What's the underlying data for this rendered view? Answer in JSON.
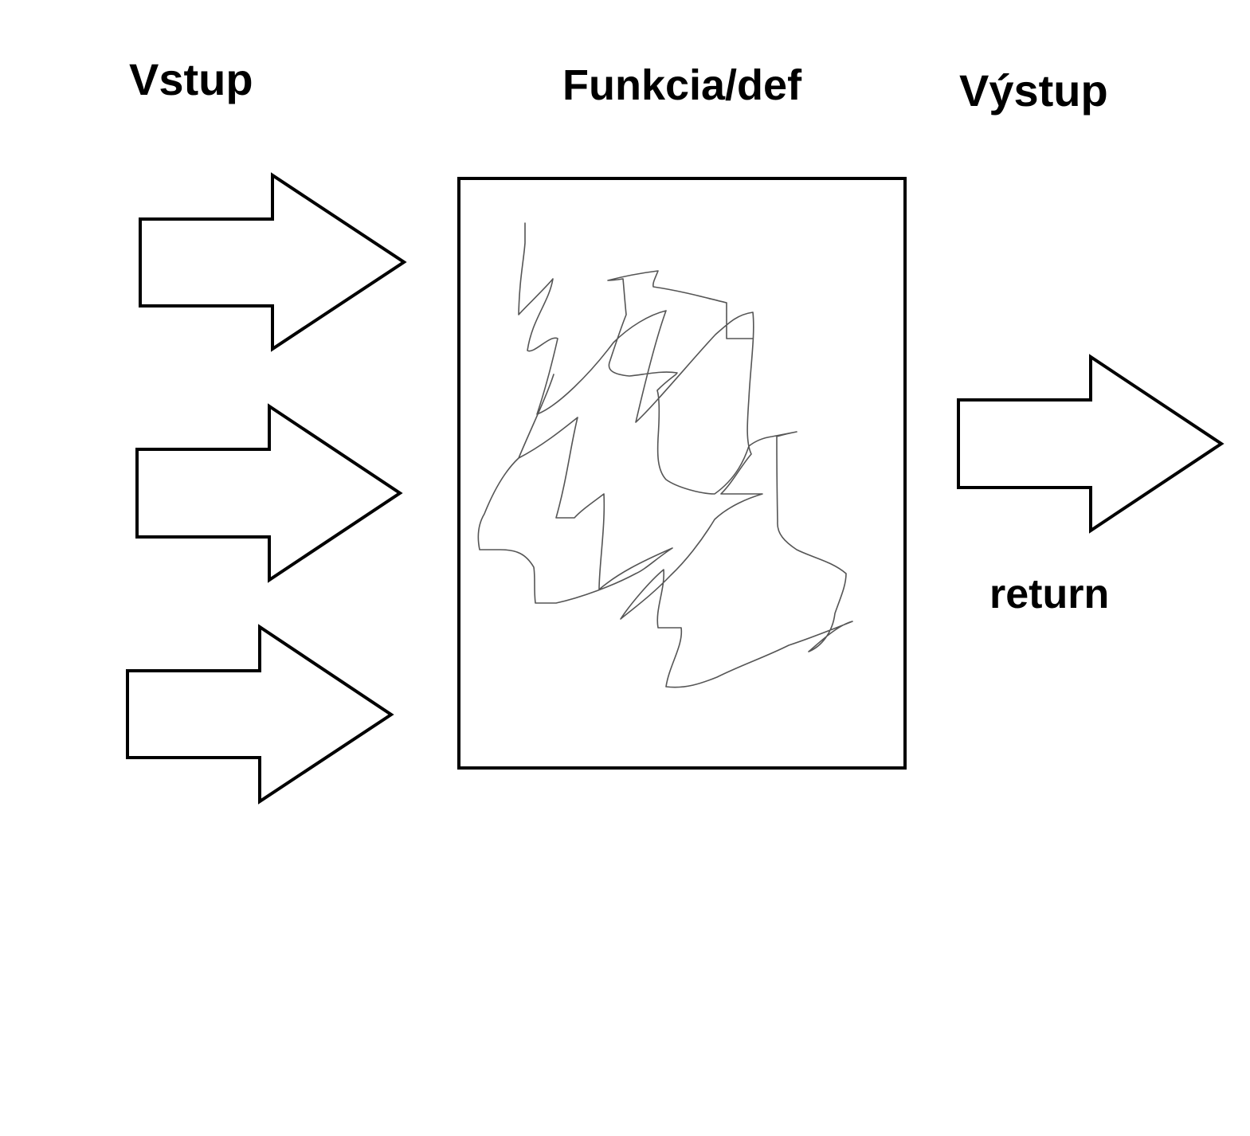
{
  "labels": {
    "input": "Vstup",
    "function": "Funkcia/def",
    "output": "Výstup",
    "return": "return"
  },
  "colors": {
    "background": "#ffffff",
    "stroke": "#000000",
    "scribble": "#555555"
  },
  "shapes": {
    "input_arrow_count": 3,
    "output_arrow_count": 1
  }
}
